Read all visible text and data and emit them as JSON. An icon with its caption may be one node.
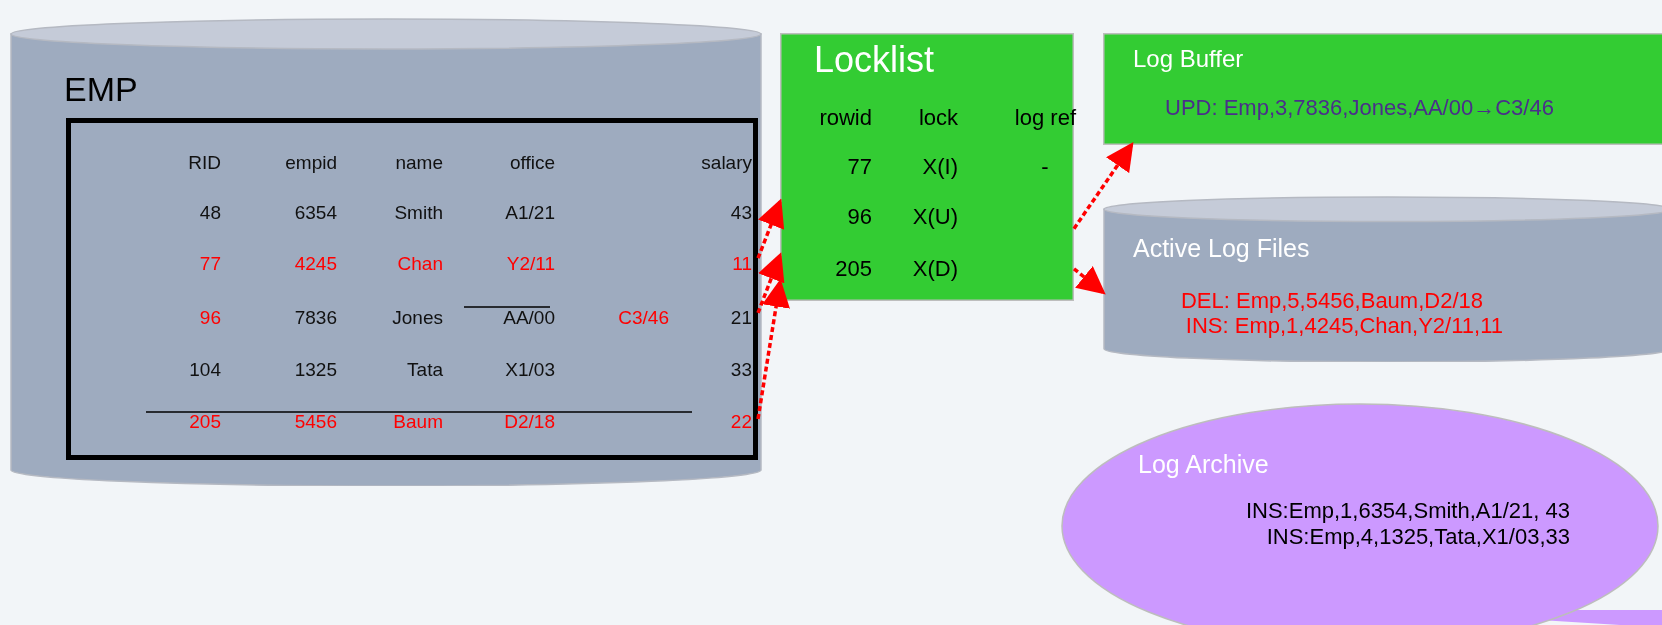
{
  "diagram": {
    "nodes": [
      {
        "text": [
          "EMP"
        ]
      },
      {
        "text": [
          "RID",
          "empid",
          "name",
          "office",
          "salary",
          "48",
          "6354",
          "Smith",
          "A1/21",
          "43",
          "77",
          "4245",
          "Chan",
          "Y2/11",
          "11",
          "96",
          "7836",
          "Jones",
          "AA/00",
          "C3/46",
          "21",
          "104",
          "1325",
          "Tata",
          "X1/03",
          "33",
          "205",
          "5456",
          "Baum",
          "D2/18",
          "22"
        ],
        "in": 0
      },
      {
        "text": [
          "Locklist",
          "rowid",
          "lock",
          "log ref",
          "77",
          "X(I)",
          "-",
          "96",
          "X(U)",
          "205",
          "X(D)"
        ]
      },
      {
        "text": [
          "Log Buffer",
          "UPD: Emp,3,7836,Jones,AA/00→C3/46"
        ]
      },
      {
        "text": [
          "Active Log Files",
          "DEL: Emp,5,5456,Baum,D2/18",
          "INS: Emp,1,4245,Chan,Y2/11,11"
        ]
      },
      {
        "text": [
          "Log Archive",
          "INS:Emp,1,6354,Smith,A1/21, 43",
          "INS:Emp,4,1325,Tata,X1/03,33"
        ]
      }
    ],
    "edges": [
      {
        "from": 1,
        "to": 2,
        "arrow": "to",
        "style": "dashed",
        "color": "#ff0000"
      },
      {
        "from": 1,
        "to": 2,
        "arrow": "to",
        "style": "dashed",
        "color": "#ff0000"
      },
      {
        "from": 1,
        "to": 2,
        "arrow": "to",
        "style": "dashed",
        "color": "#ff0000"
      },
      {
        "from": 2,
        "to": 3,
        "arrow": "to",
        "style": "dashed",
        "color": "#ff0000"
      },
      {
        "from": 2,
        "to": 4,
        "arrow": "to",
        "style": "dashed",
        "color": "#ff0000"
      }
    ]
  }
}
